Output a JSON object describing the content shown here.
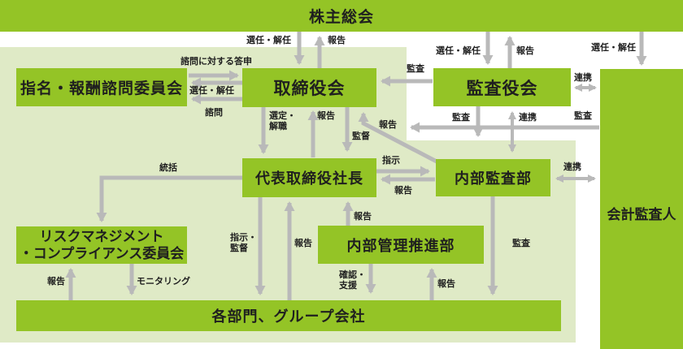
{
  "colors": {
    "box_green": "#94c426",
    "panel_light_green": "#dfeac6",
    "arrow_gray": "#b9b9b9",
    "text_black": "#1f1f1f",
    "background": "#ffffff"
  },
  "nodes": {
    "shareholders": "株主総会",
    "nomination_committee": "指名・報酬諮問委員会",
    "board_of_directors": "取締役会",
    "audit_and_supervisory_board": "監査役会",
    "accounting_auditor": "会計監査人",
    "president": "代表取締役社長",
    "internal_audit_dept": "内部監査部",
    "risk_compliance_committee": "リスクマネジメント\n・コンプライアンス委員会",
    "internal_mgmt_promotion_dept": "内部管理推進部",
    "departments_group": "各部門、グループ会社"
  },
  "edges": {
    "elect_dismiss_board": {
      "label": "選任・解任",
      "from": "shareholders",
      "to": "board_of_directors",
      "type": "one-way"
    },
    "report_board_to_shareholders": {
      "label": "報告",
      "from": "board_of_directors",
      "to": "shareholders",
      "type": "one-way"
    },
    "advisory_reply": {
      "label": "諮問に対する答申",
      "from": "nomination_committee",
      "to": "board_of_directors",
      "type": "one-way"
    },
    "elect_dismiss_committee": {
      "label": "選任・解任",
      "from": "board_of_directors",
      "to": "nomination_committee",
      "type": "one-way"
    },
    "consultation": {
      "label": "諮問",
      "from": "board_of_directors",
      "to": "nomination_committee",
      "type": "one-way"
    },
    "audit_of_board": {
      "label": "監査",
      "from": "audit_and_supervisory_board",
      "to": "board_of_directors",
      "type": "one-way"
    },
    "elect_dismiss_audit_board": {
      "label": "選任・解任",
      "from": "shareholders",
      "to": "audit_and_supervisory_board",
      "type": "one-way"
    },
    "report_audit_board_to_shareholders": {
      "label": "報告",
      "from": "audit_and_supervisory_board",
      "to": "shareholders",
      "type": "one-way"
    },
    "coop_audit_board_auditor": {
      "label": "連携",
      "from": "audit_and_supervisory_board",
      "to": "accounting_auditor",
      "type": "two-way"
    },
    "elect_dismiss_auditor": {
      "label": "選任・解任",
      "from": "shareholders",
      "to": "accounting_auditor",
      "type": "one-way"
    },
    "select_dismiss_president": {
      "label": "選定・\n解職",
      "from": "board_of_directors",
      "to": "president",
      "type": "one-way"
    },
    "report_president_to_board": {
      "label": "報告",
      "from": "president",
      "to": "board_of_directors",
      "type": "one-way"
    },
    "supervise_president": {
      "label": "監督",
      "from": "board_of_directors",
      "to": "president",
      "type": "one-way"
    },
    "report_internal_audit_to_board": {
      "label": "報告",
      "from": "internal_audit_dept",
      "to": "board_of_directors",
      "type": "one-way"
    },
    "audit_by_audit_board": {
      "label": "監査",
      "from": "audit_and_supervisory_board",
      "to": "company_area",
      "type": "one-way"
    },
    "coop_audit_board_internal_audit": {
      "label": "連携",
      "from": "audit_and_supervisory_board",
      "to": "internal_audit_dept",
      "type": "two-way"
    },
    "audit_by_accounting_auditor": {
      "label": "監査",
      "from": "accounting_auditor",
      "to": "company_area",
      "type": "one-way"
    },
    "instruct_internal_audit": {
      "label": "指示",
      "from": "president",
      "to": "internal_audit_dept",
      "type": "one-way"
    },
    "report_internal_audit_to_president": {
      "label": "報告",
      "from": "internal_audit_dept",
      "to": "president",
      "type": "one-way"
    },
    "coop_internal_audit_auditor": {
      "label": "連携",
      "from": "internal_audit_dept",
      "to": "accounting_auditor",
      "type": "two-way"
    },
    "overall_control": {
      "label": "統括",
      "from": "president",
      "to": "risk_compliance_committee",
      "type": "one-way"
    },
    "report_to_risk_committee": {
      "label": "報告",
      "from": "departments_group",
      "to": "risk_compliance_committee",
      "type": "one-way"
    },
    "monitoring": {
      "label": "モニタリング",
      "from": "risk_compliance_committee",
      "to": "departments_group",
      "type": "one-way"
    },
    "instruct_supervise_depts": {
      "label": "指示・\n監督",
      "from": "president",
      "to": "departments_group",
      "type": "one-way"
    },
    "report_depts_to_president": {
      "label": "報告",
      "from": "departments_group",
      "to": "president",
      "type": "one-way"
    },
    "report_mgmt_to_president": {
      "label": "報告",
      "from": "internal_mgmt_promotion_dept",
      "to": "president",
      "type": "one-way"
    },
    "confirm_support": {
      "label": "確認・\n支援",
      "from": "internal_mgmt_promotion_dept",
      "to": "departments_group",
      "type": "one-way"
    },
    "report_depts_to_mgmt": {
      "label": "報告",
      "from": "departments_group",
      "to": "internal_mgmt_promotion_dept",
      "type": "one-way"
    },
    "audit_of_depts": {
      "label": "監査",
      "from": "internal_audit_dept",
      "to": "departments_group",
      "type": "one-way"
    }
  }
}
